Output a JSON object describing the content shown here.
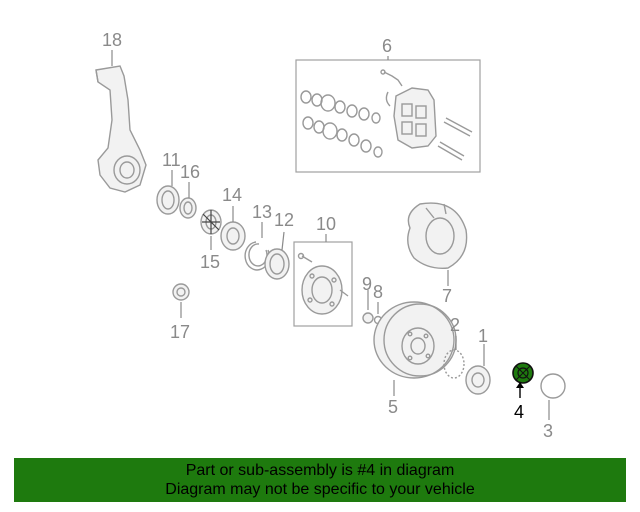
{
  "callouts": {
    "c1": "1",
    "c2": "2",
    "c3": "3",
    "c4": "4",
    "c5": "5",
    "c6": "6",
    "c7": "7",
    "c8": "8",
    "c9": "9",
    "c10": "10",
    "c11": "11",
    "c12": "12",
    "c13": "13",
    "c14": "14",
    "c15": "15",
    "c16": "16",
    "c17": "17",
    "c18": "18"
  },
  "highlighted_part": "4",
  "highlight_color": "#1e7a0e",
  "banner": {
    "line1": "Part or sub-assembly is #4 in diagram",
    "line2": "Diagram may not be specific to your vehicle",
    "background": "#1e7a0e"
  }
}
